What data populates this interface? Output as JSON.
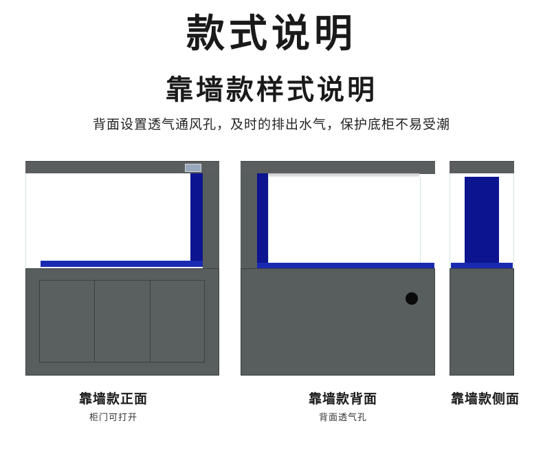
{
  "header": {
    "title": "款式说明",
    "subtitle": "靠墙款样式说明",
    "description": "背面设置透气通风孔，及时的排出水气，保护底柜不易受潮"
  },
  "views": [
    {
      "caption": "靠墙款正面",
      "subcaption": "柜门可打开"
    },
    {
      "caption": "靠墙款背面",
      "subcaption": "背面透气孔"
    },
    {
      "caption": "靠墙款侧面"
    }
  ],
  "colors": {
    "cabinet": "#585d5d",
    "blue_background": "#0d148f",
    "blue_floor": "#1a2ab0"
  }
}
